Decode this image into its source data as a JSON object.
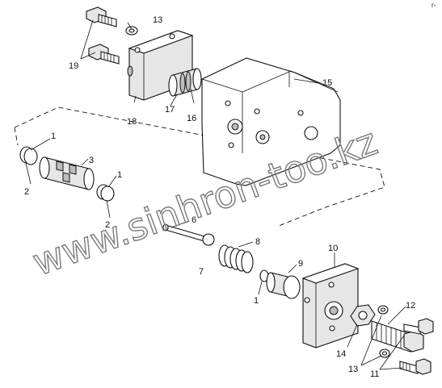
{
  "corner_mark": "r-",
  "watermark": "www.sinhron-too.kz",
  "callouts": [
    {
      "id": "c13a",
      "text": "13"
    },
    {
      "id": "c19",
      "text": "19"
    },
    {
      "id": "c18",
      "text": "18"
    },
    {
      "id": "c17",
      "text": "17"
    },
    {
      "id": "c16",
      "text": "16"
    },
    {
      "id": "c15",
      "text": "15"
    },
    {
      "id": "c1a",
      "text": "1"
    },
    {
      "id": "c2a",
      "text": "2"
    },
    {
      "id": "c3",
      "text": "3"
    },
    {
      "id": "c1b",
      "text": "1"
    },
    {
      "id": "c2b",
      "text": "2"
    },
    {
      "id": "c6",
      "text": "6"
    },
    {
      "id": "c8",
      "text": "8"
    },
    {
      "id": "c7",
      "text": "7"
    },
    {
      "id": "c9",
      "text": "9"
    },
    {
      "id": "c1c",
      "text": "1"
    },
    {
      "id": "c10",
      "text": "10"
    },
    {
      "id": "c12",
      "text": "12"
    },
    {
      "id": "c14",
      "text": "14"
    },
    {
      "id": "c13b",
      "text": "13"
    },
    {
      "id": "c11",
      "text": "11"
    }
  ]
}
